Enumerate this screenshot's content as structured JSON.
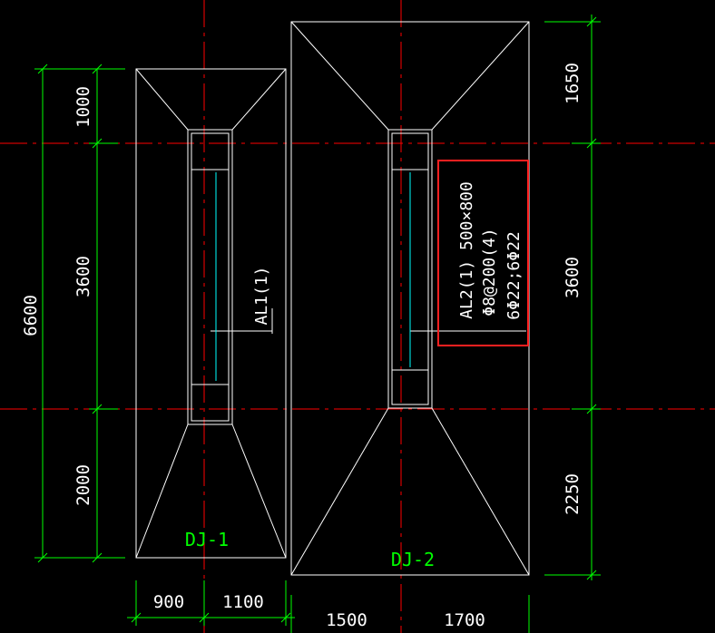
{
  "colors": {
    "background": "#000000",
    "axis": "#ff0000",
    "outline": "#ffffff",
    "dimension": "#00ff00",
    "beam_inner": "#00ffff",
    "highlight": "#ff2020"
  },
  "foundations": {
    "dj1": "DJ-1",
    "dj2": "DJ-2"
  },
  "beams": {
    "al1": "AL1(1)",
    "al2_line1": "AL2(1) 500×800",
    "al2_line2": "Φ8@200(4)",
    "al2_line3": "6Φ22;6Φ22"
  },
  "dimensions": {
    "left_total": "6600",
    "left_top": "1000",
    "left_mid": "3600",
    "left_bottom": "2000",
    "right_top": "1650",
    "right_mid": "3600",
    "right_bottom": "2250",
    "bottom_dj1_left": "900",
    "bottom_dj1_right": "1100",
    "bottom_dj2_left": "1500",
    "bottom_dj2_right": "1700"
  }
}
